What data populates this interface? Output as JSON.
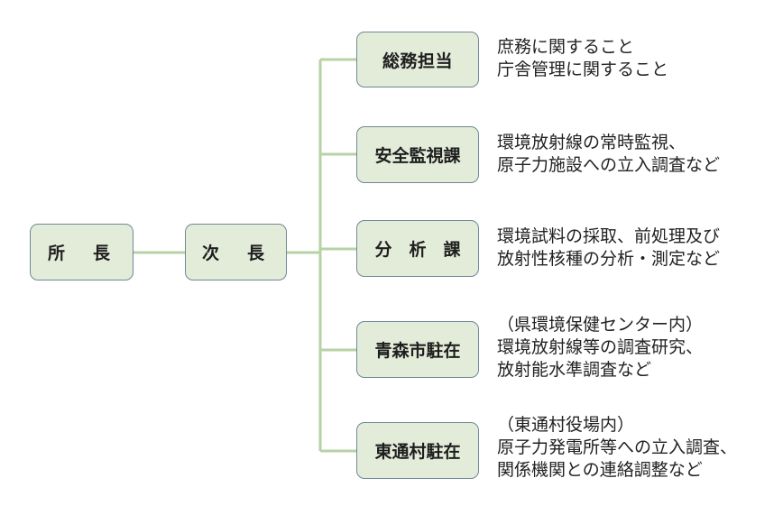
{
  "colors": {
    "box_fill": "#e3ecd9",
    "box_border": "#6f8896",
    "connector": "#b7d3a6"
  },
  "chart_data": {
    "type": "table",
    "nodes": [
      {
        "id": "director",
        "label": "所　長"
      },
      {
        "id": "deputy",
        "label": "次　長"
      },
      {
        "id": "general_affairs",
        "label": "総務担当",
        "duties": [
          "庶務に関すること",
          "庁舎管理に関すること"
        ]
      },
      {
        "id": "safety_monitoring",
        "label": "安全監視課",
        "duties": [
          "環境放射線の常時監視、",
          "原子力施設への立入調査など"
        ]
      },
      {
        "id": "analysis",
        "label": "分　析　課",
        "duties": [
          "環境試料の採取、前処理及び",
          "放射性核種の分析・測定など"
        ]
      },
      {
        "id": "aomori_office",
        "label": "青森市駐在",
        "duties": [
          "（県環境保健センター内）",
          "環境放射線等の調査研究、",
          "放射能水準調査など"
        ]
      },
      {
        "id": "higashidori_office",
        "label": "東通村駐在",
        "duties": [
          "（東通村役場内）",
          "原子力発電所等への立入調査、",
          "関係機関との連絡調整など"
        ]
      }
    ],
    "edges": [
      [
        "director",
        "deputy"
      ],
      [
        "deputy",
        "general_affairs"
      ],
      [
        "deputy",
        "safety_monitoring"
      ],
      [
        "deputy",
        "analysis"
      ],
      [
        "deputy",
        "aomori_office"
      ],
      [
        "deputy",
        "higashidori_office"
      ]
    ]
  }
}
